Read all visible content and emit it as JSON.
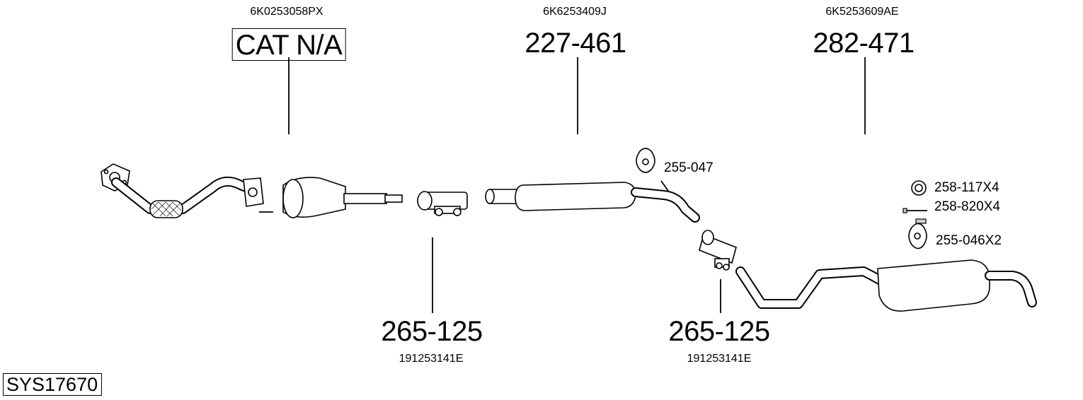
{
  "parts": [
    {
      "key": "catalyst",
      "oem": "6K0253058PX",
      "number": "CAT N/A",
      "boxed": true
    },
    {
      "key": "front-silencer",
      "oem": "6K6253409J",
      "number": "227-461",
      "boxed": false
    },
    {
      "key": "rear-silencer",
      "oem": "6K5253609AE",
      "number": "282-471",
      "boxed": false
    },
    {
      "key": "clamp-front",
      "oem": "191253141E",
      "number": "265-125",
      "boxed": false
    },
    {
      "key": "clamp-rear",
      "oem": "191253141E",
      "number": "265-125",
      "boxed": false
    }
  ],
  "accessories": [
    {
      "key": "hanger-front",
      "number": "255-047",
      "icon": "rubber-hanger-icon"
    },
    {
      "key": "ring",
      "number": "258-117X4",
      "icon": "rubber-ring-icon"
    },
    {
      "key": "bolt",
      "number": "258-820X4",
      "icon": "bolt-icon"
    },
    {
      "key": "hanger-rear",
      "number": "255-046X2",
      "icon": "rubber-hanger-icon"
    }
  ],
  "system_id": "SYS17670"
}
